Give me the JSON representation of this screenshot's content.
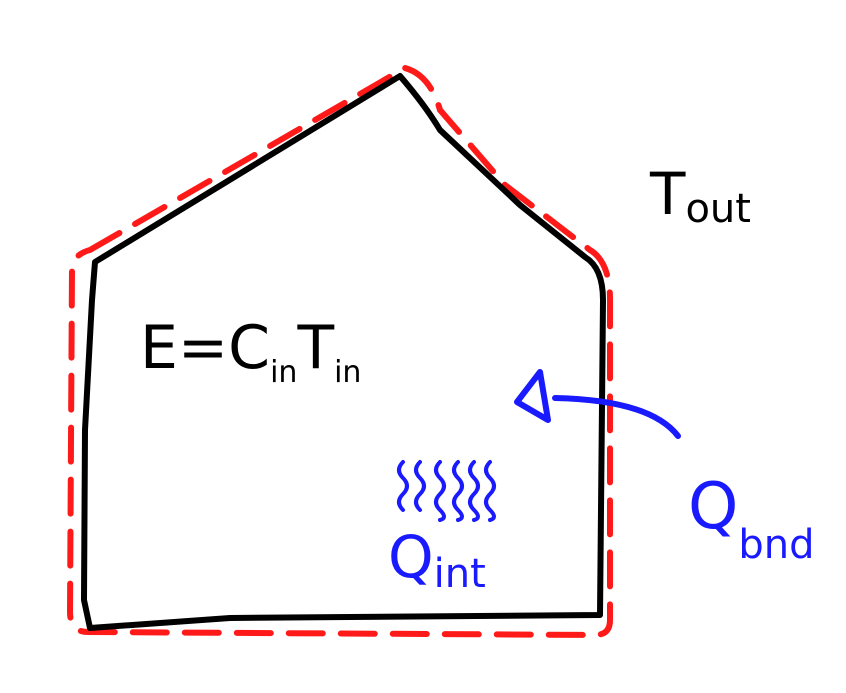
{
  "colors": {
    "outline": "#000000",
    "boundary": "#ff1a1a",
    "flux": "#1a1aff",
    "background": "#ffffff"
  },
  "labels": {
    "energy_main": "E=C",
    "energy_sub1": "in",
    "energy_mid": "T",
    "energy_sub2": "in",
    "t_out_main": "T",
    "t_out_sub": "out",
    "q_int_main": "Q",
    "q_int_sub": "int",
    "q_bnd_main": "Q",
    "q_bnd_sub": "bnd"
  },
  "icons": {
    "heat_waves": "wavy-lines-icon",
    "arrow": "arrow-left-icon"
  }
}
